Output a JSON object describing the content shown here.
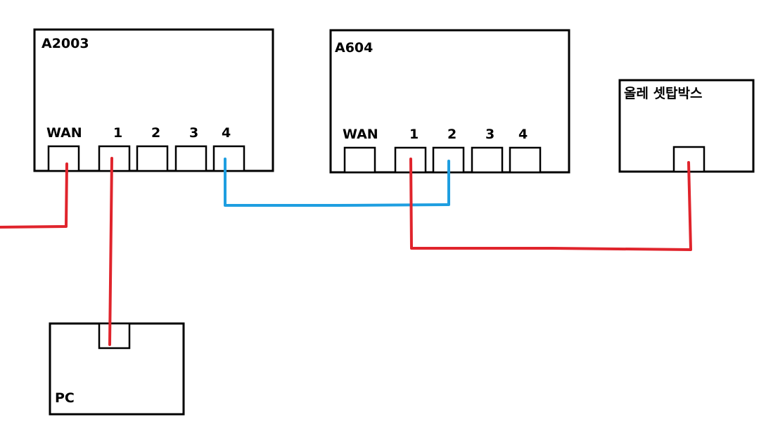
{
  "colors": {
    "red_cable": "#e0242c",
    "blue_cable": "#1e9ee0",
    "outline": "#000000"
  },
  "devices": {
    "a2003": {
      "title": "A2003",
      "ports": [
        "WAN",
        "1",
        "2",
        "3",
        "4"
      ]
    },
    "a604": {
      "title": "A604",
      "ports": [
        "WAN",
        "1",
        "2",
        "3",
        "4"
      ]
    },
    "settop": {
      "title": "올레 셋탑박스"
    },
    "pc": {
      "title": "PC"
    }
  },
  "connections": [
    {
      "from": "external",
      "to": "A2003 WAN",
      "color": "red"
    },
    {
      "from": "A2003 1",
      "to": "PC",
      "color": "red"
    },
    {
      "from": "A2003 4",
      "to": "A604 2",
      "color": "blue"
    },
    {
      "from": "A604 1",
      "to": "올레 셋탑박스",
      "color": "red"
    }
  ]
}
